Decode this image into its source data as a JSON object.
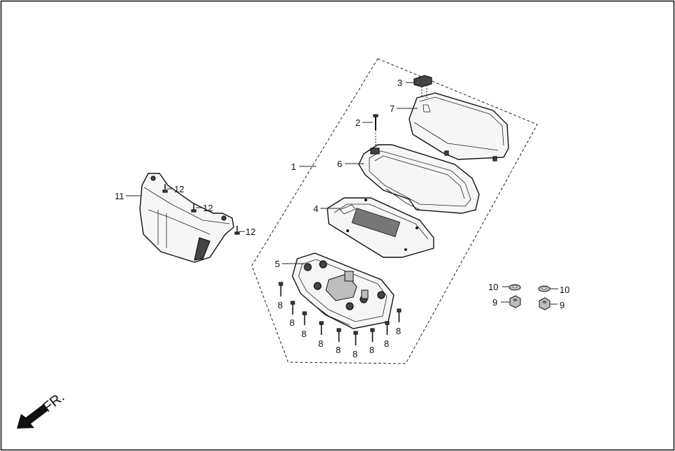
{
  "diagram": {
    "direction_label": "FR.",
    "callouts": {
      "c1": "1",
      "c2": "2",
      "c3": "3",
      "c4": "4",
      "c5": "5",
      "c6": "6",
      "c7": "7",
      "c8": "8",
      "c9": "9",
      "c10": "10",
      "c11": "11",
      "c12": "12"
    }
  },
  "colors": {
    "line": "#111111",
    "fill": "#f6f6f6",
    "dark": "#444444",
    "background": "#ffffff"
  }
}
